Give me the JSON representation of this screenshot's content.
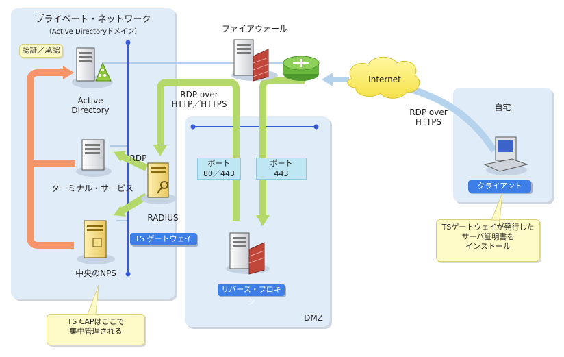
{
  "zones": {
    "private": {
      "title": "プライベート・ネットワーク",
      "subtitle": "（Active Directoryドメイン）"
    },
    "dmz": {
      "title": "DMZ"
    },
    "home": {
      "title": "自宅"
    }
  },
  "nodes": {
    "firewall": "ファイアウォール",
    "active_directory_line1": "Active",
    "active_directory_line2": "Directory",
    "terminal_services": "ターミナル・サービス",
    "radius": "RADIUS",
    "central_nps": "中央のNPS",
    "internet": "Internet"
  },
  "labels": {
    "auth": "認証／承認",
    "rdp": "RDP",
    "rdp_over_http_line1": "RDP over",
    "rdp_over_http_line2": "HTTP／HTTPS",
    "rdp_over_https_line1": "RDP over",
    "rdp_over_https_line2": "HTTPS",
    "port1_line1": "ポート",
    "port1_line2": "80／443",
    "port2_line1": "ポート",
    "port2_line2": "443",
    "ts_gateway": "TS ゲートウェイ",
    "reverse_proxy": "リバース・プロキシ",
    "client": "クライアント"
  },
  "notes": {
    "cert_line1": "TSゲートウェイが発行した",
    "cert_line2": "サーバ証明書を",
    "cert_line3": "インストール",
    "cap_line1": "TS CAPはここで",
    "cap_line2": "集中管理される"
  },
  "colors": {
    "zone_bg": "#e1ecf9",
    "green_arrow": "#b4d96a",
    "orange_arrow": "#f4956a",
    "blue_label": "#3d7fe6",
    "note_bg": "#fffbc8",
    "net_line": "#3a5bd9"
  }
}
